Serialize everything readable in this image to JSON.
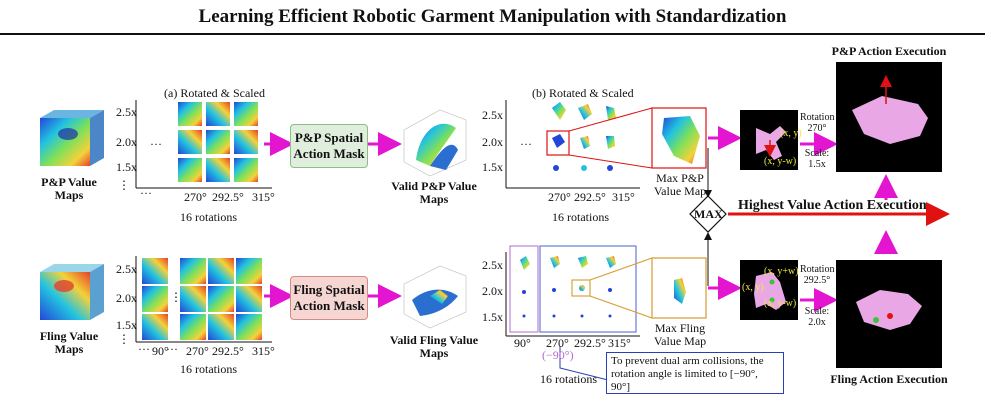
{
  "title": "Learning Efficient Robotic Garment Manipulation with Standardization",
  "top": {
    "value_maps_label": "P&P Value Maps",
    "rotated_scaled_a": "(a) Rotated & Scaled",
    "scales": [
      "2.5x",
      "2.0x",
      "1.5x"
    ],
    "angles": [
      "270°",
      "292.5°",
      "315°"
    ],
    "rotations": "16 rotations",
    "mask_box": "P&P Spatial Action Mask",
    "valid_label": "Valid P&P Value Maps",
    "rotated_scaled_b": "(b) Rotated & Scaled",
    "max_map": "Max P&P Value Map",
    "xy": "(x, y)",
    "xyw": "(x, y-w)",
    "rotation_label": "Rotation",
    "rotation_value": "270°",
    "scale_label": "Scale:",
    "scale_value": "1.5x",
    "exec_title": "P&P Action Execution"
  },
  "middle": {
    "max": "MAX",
    "highest": "Highest Value Action Execution"
  },
  "bottom": {
    "value_maps_label": "Fling Value Maps",
    "scales": [
      "2.5x",
      "2.0x",
      "1.5x"
    ],
    "angles_a": [
      "90°",
      "270°",
      "292.5°",
      "315°"
    ],
    "rotations": "16 rotations",
    "mask_box": "Fling Spatial Action Mask",
    "valid_label": "Valid Fling Value Maps",
    "angles_b": [
      "90°",
      "270°",
      "292.5°",
      "315°"
    ],
    "neg90": "(−90°)",
    "max_map": "Max Fling Value Map",
    "note": "To prevent dual arm collisions, the rotation angle is limited to [−90°, 90°]",
    "xy": "(x, y)",
    "xyw1": "(x, y+w)",
    "xyw2": "(x, y-w)",
    "rotation_label": "Rotation",
    "rotation_value": "292.5°",
    "scale_label": "Scale:",
    "scale_value": "2.0x",
    "exec_title": "Fling Action Execution"
  },
  "colors": {
    "magenta": "#e415d0",
    "red": "#e01111",
    "green_box": "#dfeedd",
    "red_box": "#f5d6d3",
    "blue_note": "#2a3fb0",
    "orange": "#d79a2e",
    "pink_cloth": "#e9a7e6"
  }
}
